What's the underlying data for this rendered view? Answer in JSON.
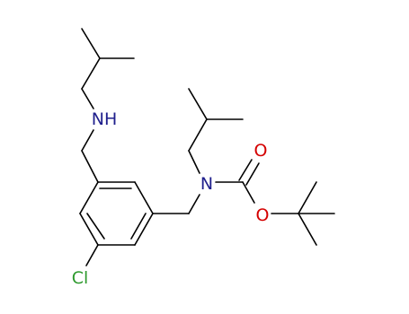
{
  "diagram": {
    "type": "structural-formula",
    "atoms": {
      "nh": {
        "text": "NH",
        "color": "#1f1f8c"
      },
      "n": {
        "text": "N",
        "color": "#1f1f8c"
      },
      "o_carbonyl": {
        "text": "O",
        "color": "#d40000"
      },
      "o_ester": {
        "text": "O",
        "color": "#d40000"
      },
      "cl": {
        "text": "Cl",
        "color": "#2e9a2e"
      }
    }
  }
}
